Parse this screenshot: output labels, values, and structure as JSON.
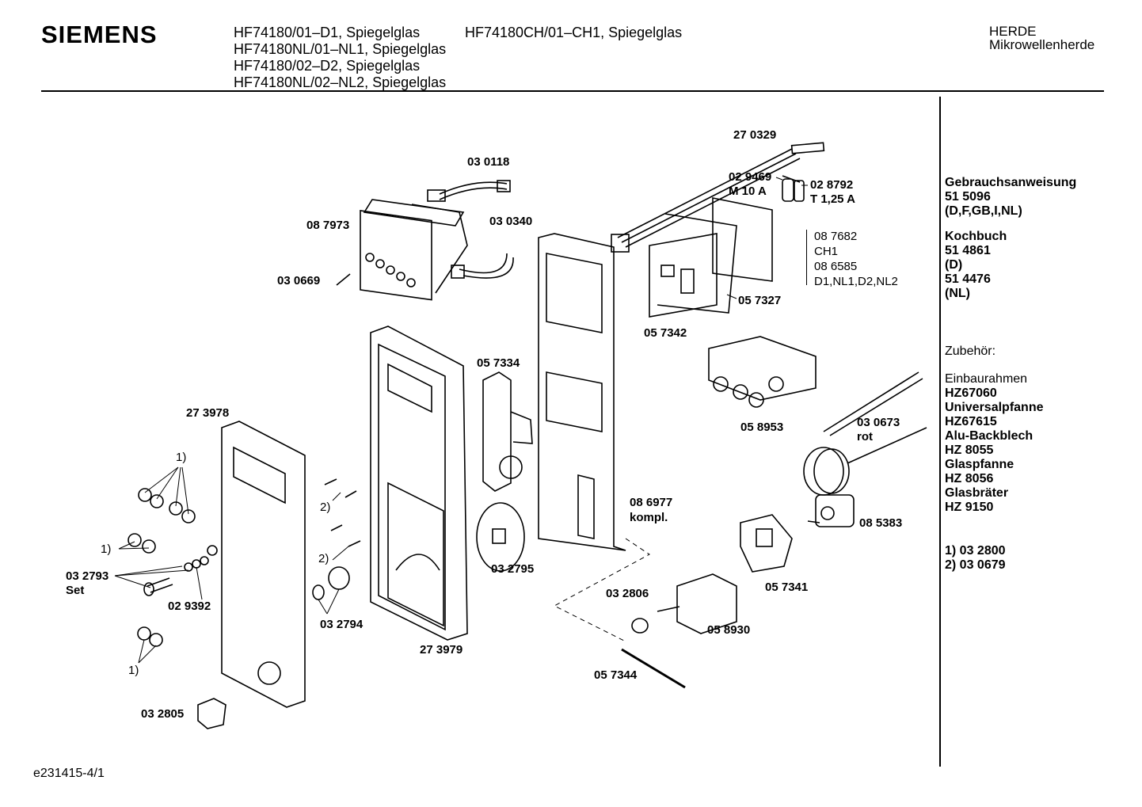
{
  "header": {
    "brand": "SIEMENS",
    "models_col1": [
      "HF74180/01–D1, Spiegelglas",
      "HF74180NL/01–NL1, Spiegelglas",
      "HF74180/02–D2, Spiegelglas",
      "HF74180NL/02–NL2, Spiegelglas"
    ],
    "models_col2": [
      "HF74180CH/01–CH1, Spiegelglas"
    ],
    "category": "HERDE",
    "subcategory": "Mikrowellenherde"
  },
  "sidebar": {
    "manual_title": "Gebrauchsanweisung",
    "manual_no": "51 5096",
    "manual_langs": "(D,F,GB,I,NL)",
    "cookbook_title": "Kochbuch",
    "cookbook_no1": "51 4861",
    "cookbook_lang1": "(D)",
    "cookbook_no2": "51 4476",
    "cookbook_lang2": "(NL)",
    "accessories_title": "Zubehör:",
    "acc1_name": "Einbaurahmen",
    "acc1_no": "HZ67060",
    "acc2_name": "Universalpfanne",
    "acc2_no": "HZ67615",
    "acc3_name": "Alu-Backblech",
    "acc3_no": "HZ 8055",
    "acc4_name": "Glaspfanne",
    "acc4_no": "HZ 8056",
    "acc5_name": "Glasbräter",
    "acc5_no": "HZ 9150",
    "note1": "1) 03 2800",
    "note2": "2) 03 0679"
  },
  "parts": {
    "p270329": "27 0329",
    "p030118": "03 0118",
    "p029469": "02 9469",
    "p_m10a": "M 10 A",
    "p028792": "02 8792",
    "p_t125a": "T 1,25 A",
    "p087973": "08 7973",
    "p030340": "03 0340",
    "p030669": "03 0669",
    "p057327": "05 7327",
    "p057342": "05 7342",
    "p057334": "05 7334",
    "p273978": "27 3978",
    "p058953": "05 8953",
    "p030673": "03 0673",
    "p_rot": "rot",
    "p086977": "08 6977",
    "p_kompl": "kompl.",
    "p085383": "08 5383",
    "p032795": "03 2795",
    "p032806": "03 2806",
    "p057341": "05 7341",
    "p058930": "05 8930",
    "p032793": "03 2793",
    "p_set": "Set",
    "p029392": "02 9392",
    "p032794": "03 2794",
    "p273979": "27 3979",
    "p057344": "05 7344",
    "p032805": "03 2805",
    "fn1_a": "1)",
    "fn1_b": "1)",
    "fn1_c": "1)",
    "fn2_a": "2)",
    "fn2_b": "2)"
  },
  "variants": [
    "08 7682",
    "CH1",
    "08 6585",
    "D1,NL1,D2,NL2"
  ],
  "footer": "e231415-4/1"
}
